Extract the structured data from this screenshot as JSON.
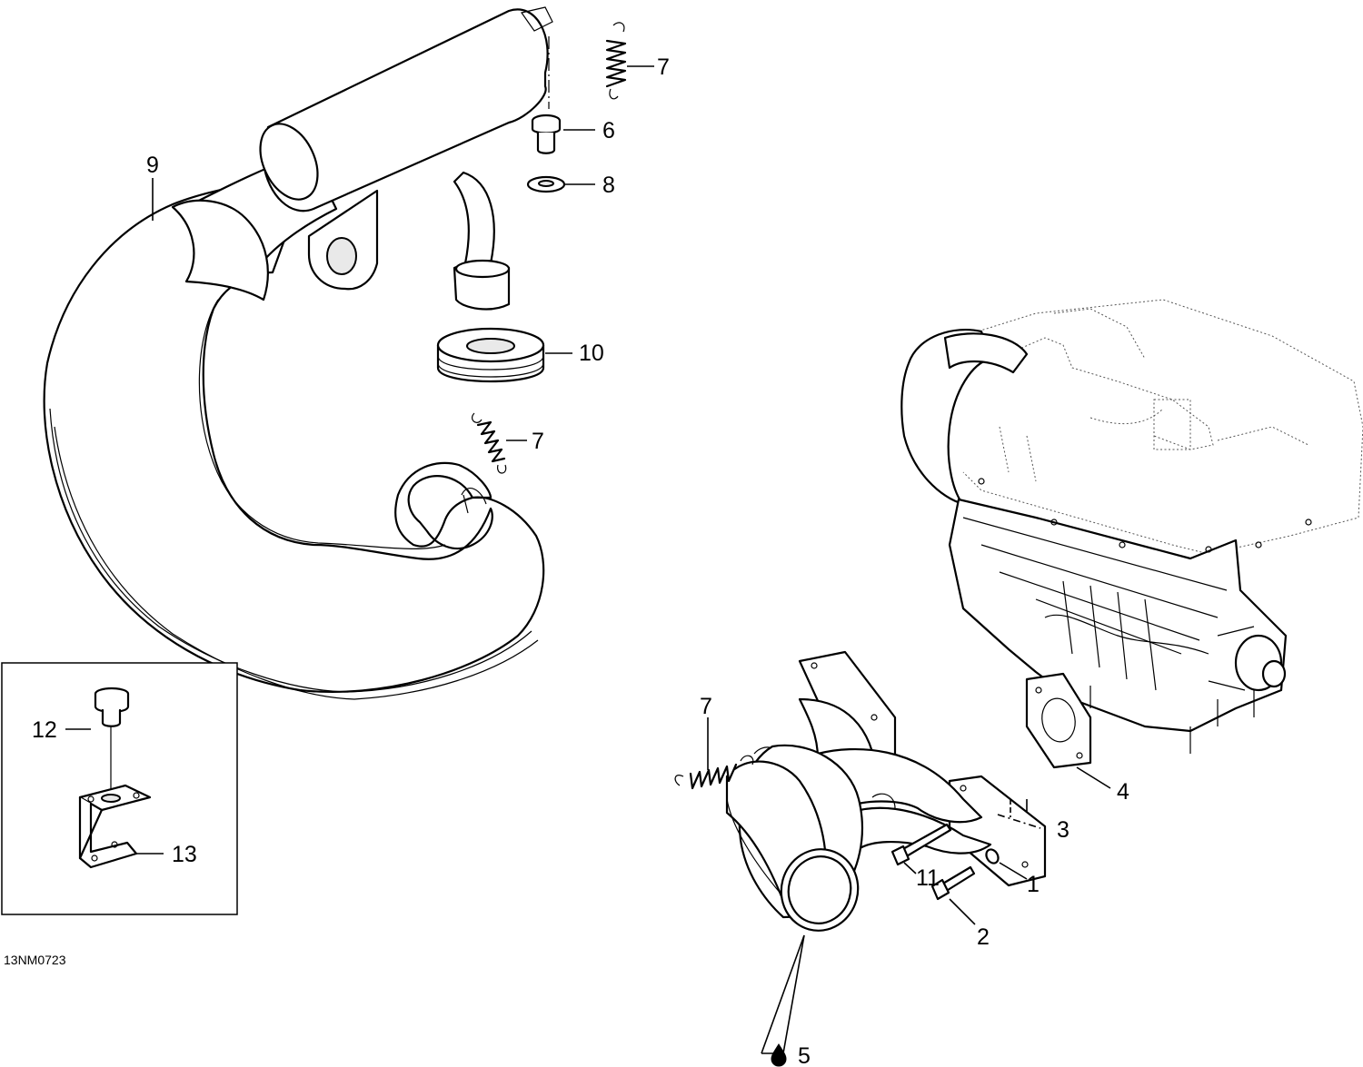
{
  "diagram": {
    "drawing_code": "13NM0723",
    "callouts": {
      "c1": "1",
      "c2": "2",
      "c3": "3",
      "c4": "4",
      "c5": "5",
      "c6": "6",
      "c7a": "7",
      "c7b": "7",
      "c7c": "7",
      "c8": "8",
      "c9": "9",
      "c10": "10",
      "c11": "11",
      "c12": "12",
      "c13": "13"
    }
  }
}
